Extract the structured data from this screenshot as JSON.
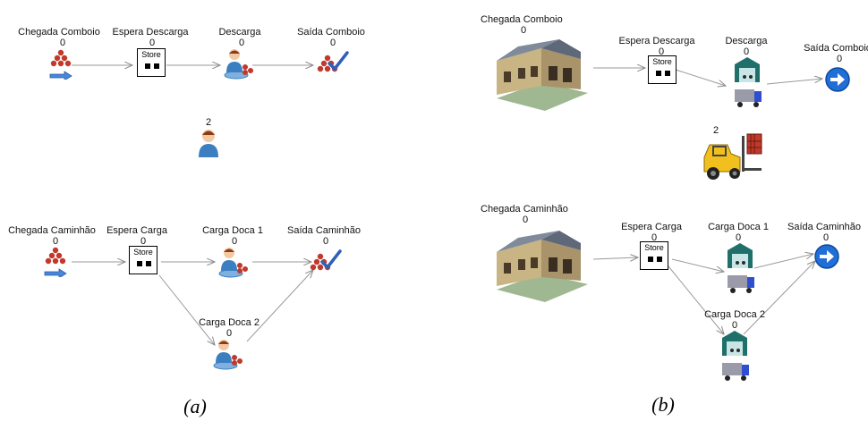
{
  "panel_a": {
    "caption": "(a)",
    "flow1": {
      "arrival": {
        "label": "Chegada Comboio",
        "count": "0"
      },
      "queue": {
        "label": "Espera Descarga",
        "count": "0",
        "store": "Store"
      },
      "activity": {
        "label": "Descarga",
        "count": "0"
      },
      "exit": {
        "label": "Saída Comboio",
        "count": "0"
      }
    },
    "resource": {
      "count": "2"
    },
    "flow2": {
      "arrival": {
        "label": "Chegada Caminhão",
        "count": "0"
      },
      "queue": {
        "label": "Espera Carga",
        "count": "0",
        "store": "Store"
      },
      "activity1": {
        "label": "Carga Doca 1",
        "count": "0"
      },
      "activity2": {
        "label": "Carga Doca 2",
        "count": "0"
      },
      "exit": {
        "label": "Saída Caminhão",
        "count": "0"
      }
    }
  },
  "panel_b": {
    "caption": "(b)",
    "flow1": {
      "arrival": {
        "label": "Chegada Comboio",
        "count": "0"
      },
      "queue": {
        "label": "Espera Descarga",
        "count": "0",
        "store": "Store"
      },
      "activity": {
        "label": "Descarga",
        "count": "0"
      },
      "exit": {
        "label": "Saída Comboio",
        "count": "0"
      }
    },
    "resource": {
      "count": "2"
    },
    "flow2": {
      "arrival": {
        "label": "Chegada Caminhão",
        "count": "0"
      },
      "queue": {
        "label": "Espera Carga",
        "count": "0",
        "store": "Store"
      },
      "activity1": {
        "label": "Carga Doca 1",
        "count": "0"
      },
      "activity2": {
        "label": "Carga Doca 2",
        "count": "0"
      },
      "exit": {
        "label": "Saída Caminhão",
        "count": "0"
      }
    }
  },
  "icons": {
    "arrival_a": "entities-arrival-icon",
    "activity_a": "worker-activity-icon",
    "exit_a": "entities-exit-check-icon",
    "resource_a": "operator-resource-icon",
    "arrival_b": "warehouse-building-icon",
    "activity_b": "loading-dock-truck-icon",
    "exit_b": "blue-arrow-exit-icon",
    "resource_b": "forklift-resource-icon",
    "queue": "store-queue-icon"
  },
  "colors": {
    "arrow": "#9a9a9a",
    "entity_red": "#c0392b",
    "worker_blue": "#3c7fc0",
    "exit_blue": "#1f6fd6",
    "dock_teal": "#1f6f6a",
    "forklift_yellow": "#f2c01e"
  }
}
